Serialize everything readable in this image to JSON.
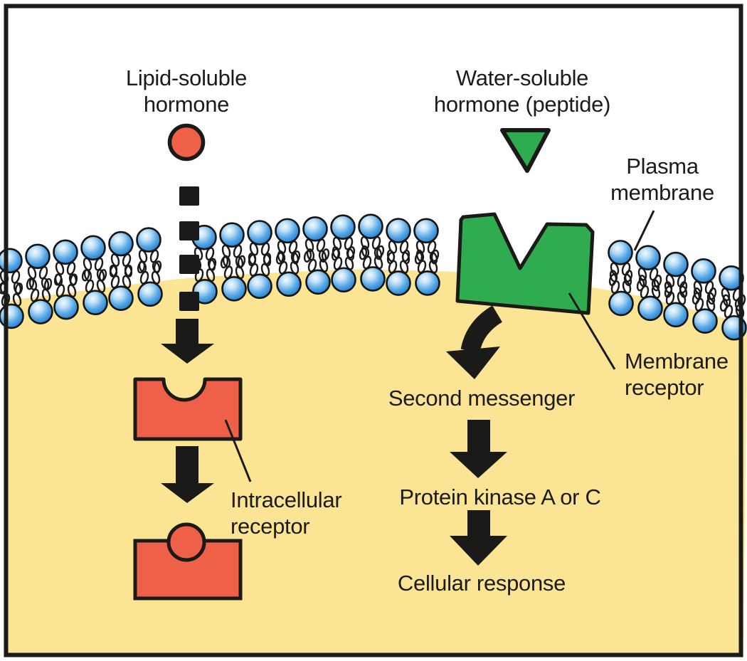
{
  "figure": {
    "kind": "hormone-signaling-pathways-diagram",
    "regions": {
      "extracellular": "white area above plasma membrane",
      "cytoplasm": "yellow area below plasma membrane"
    }
  },
  "labels": {
    "lipid_hormone": {
      "line1": "Lipid-soluble",
      "line2": "hormone"
    },
    "water_hormone": {
      "line1": "Water-soluble",
      "line2": "hormone (peptide)"
    },
    "plasma_membrane": {
      "line1": "Plasma",
      "line2": "membrane"
    },
    "membrane_receptor": {
      "line1": "Membrane",
      "line2": "receptor"
    },
    "intracellular_receptor": {
      "line1": "Intracellular",
      "line2": "receptor"
    },
    "second_messenger": "Second messenger",
    "protein_kinase": "Protein kinase A or C",
    "cellular_response": "Cellular response"
  },
  "colors": {
    "background_white": "#FFFFFF",
    "cytoplasm_yellow": "#FBE493",
    "hormone_red": "#EE6047",
    "receptor_green": "#2FAC4F",
    "lipid_head_blue": "#2E86D4",
    "outline_black": "#1A1A19"
  },
  "icons": {
    "lipid_hormone_shape": "red-circle",
    "water_hormone_shape": "green-triangle-down",
    "membrane_receptor_shape": "green-notched-block",
    "intracellular_receptor_shape": "red-notched-block",
    "bound_receptor_shape": "red-block-with-circle",
    "phospholipid": "blue-sphere-with-two-tails",
    "flow_arrow": "solid-black-down-arrow",
    "diffusion_arrow": "dashed-black-down-arrow"
  }
}
